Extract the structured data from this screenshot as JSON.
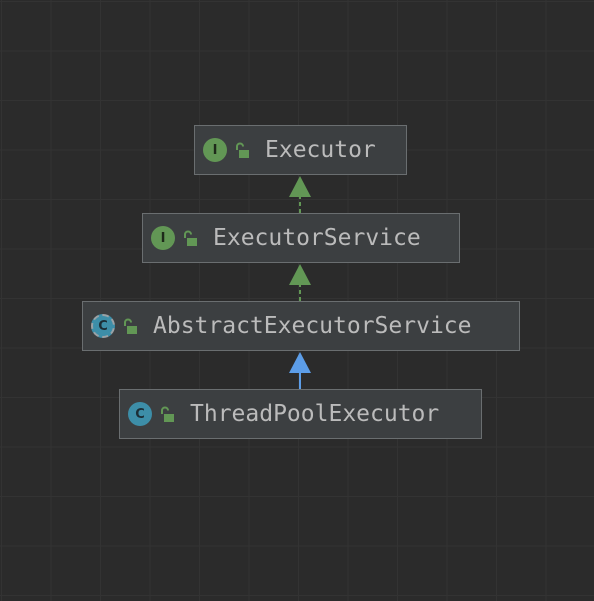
{
  "diagram": {
    "nodes": [
      {
        "id": "executor",
        "name": "Executor",
        "kind": "interface",
        "badge": "I",
        "access": "public"
      },
      {
        "id": "executor-service",
        "name": "ExecutorService",
        "kind": "interface",
        "badge": "I",
        "access": "public"
      },
      {
        "id": "abstract-executor-service",
        "name": "AbstractExecutorService",
        "kind": "abstract-class",
        "badge": "C",
        "access": "public"
      },
      {
        "id": "thread-pool-executor",
        "name": "ThreadPoolExecutor",
        "kind": "class",
        "badge": "C",
        "access": "public"
      }
    ],
    "edges": [
      {
        "from": "executor-service",
        "to": "executor",
        "relation": "extends",
        "color": "#629755"
      },
      {
        "from": "abstract-executor-service",
        "to": "executor-service",
        "relation": "implements",
        "color": "#629755"
      },
      {
        "from": "thread-pool-executor",
        "to": "abstract-executor-service",
        "relation": "extends",
        "color": "#5c9de8"
      }
    ]
  },
  "icons": {
    "interface": "interface-icon",
    "class": "class-icon",
    "abstract-class": "abstract-class-icon",
    "access": "unlocked-lock-icon"
  },
  "colors": {
    "background": "#2b2b2b",
    "node_fill": "#3c3f41",
    "node_border": "#6a6e70",
    "text": "#bbbbbb",
    "interface_badge": "#629755",
    "class_badge": "#3d8ea8",
    "lock": "#629755"
  }
}
